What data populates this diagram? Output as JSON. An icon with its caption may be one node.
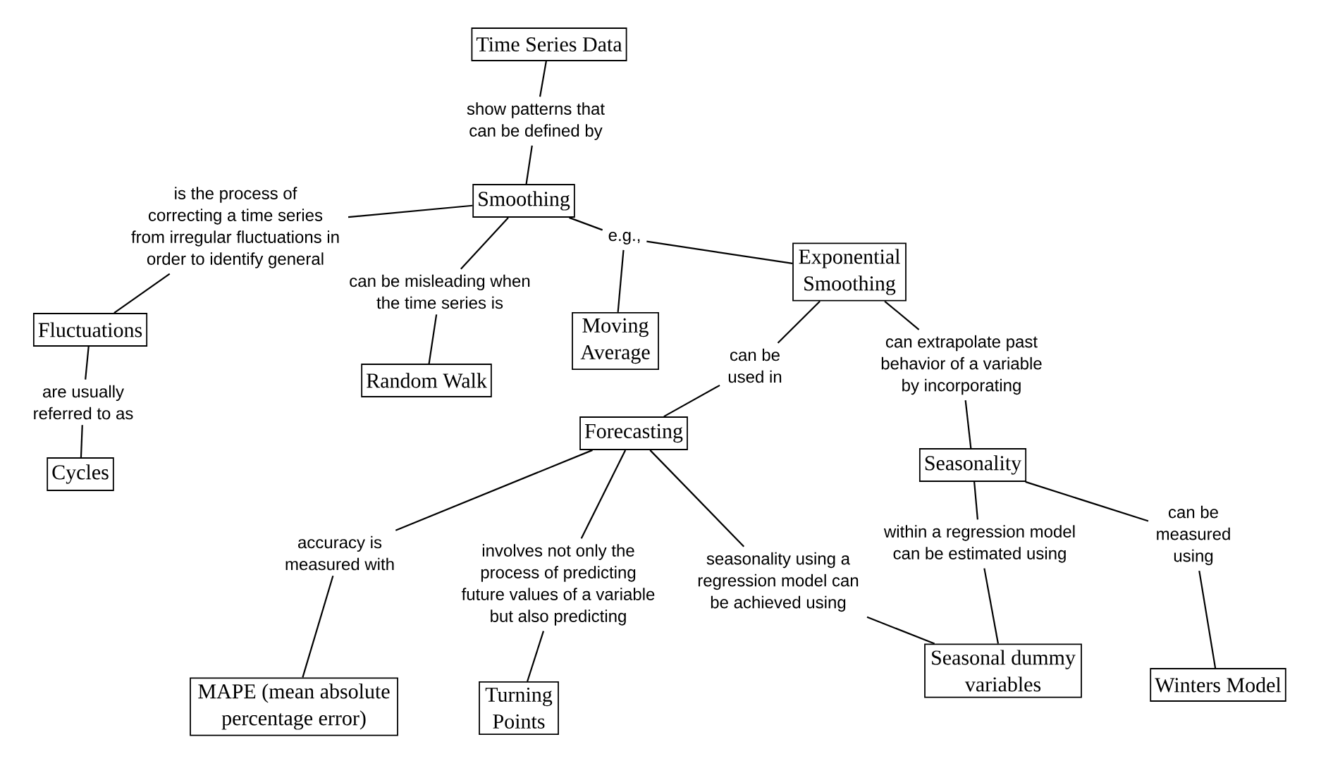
{
  "diagram": {
    "nodes": [
      {
        "text": [
          "Time Series Data"
        ]
      },
      {
        "text": [
          "show patterns that can be defined by"
        ]
      },
      {
        "text": [
          "Smoothing"
        ]
      },
      {
        "text": [
          "is the process of correcting a time series from irregular fluctuations in order to identify general"
        ]
      },
      {
        "text": [
          "e.g.,"
        ]
      },
      {
        "text": [
          "Exponential Smoothing"
        ]
      },
      {
        "text": [
          "can be misleading when the time series is"
        ]
      },
      {
        "text": [
          "Fluctuations"
        ]
      },
      {
        "text": [
          "Moving Average"
        ]
      },
      {
        "text": [
          "can be used in"
        ]
      },
      {
        "text": [
          "can extrapolate past behavior of a variable by incorporating"
        ]
      },
      {
        "text": [
          "Random Walk"
        ]
      },
      {
        "text": [
          "are usually referred to as"
        ]
      },
      {
        "text": [
          "Forecasting"
        ]
      },
      {
        "text": [
          "Seasonality"
        ]
      },
      {
        "text": [
          "Cycles"
        ]
      },
      {
        "text": [
          "can be measured using"
        ]
      },
      {
        "text": [
          "within a regression model can be estimated using"
        ]
      },
      {
        "text": [
          "accuracy is measured with"
        ]
      },
      {
        "text": [
          "seasonality using a regression model can be achieved using"
        ]
      },
      {
        "text": [
          "involves not only the process of predicting future values of a variable but also predicting"
        ]
      },
      {
        "text": [
          "Seasonal dummy variables"
        ]
      },
      {
        "text": [
          "Winters Model"
        ]
      },
      {
        "text": [
          "MAPE (mean absolute percentage error)"
        ]
      },
      {
        "text": [
          "Turning Points"
        ]
      }
    ],
    "edges": [
      {
        "from": 0,
        "to": 1,
        "arrow": "none"
      },
      {
        "from": 1,
        "to": 2,
        "arrow": "none"
      },
      {
        "from": 2,
        "to": 3,
        "arrow": "none"
      },
      {
        "from": 2,
        "to": 4,
        "arrow": "none"
      },
      {
        "from": 2,
        "to": 6,
        "arrow": "none"
      },
      {
        "from": 3,
        "to": 7,
        "arrow": "none"
      },
      {
        "from": 4,
        "to": 5,
        "arrow": "none"
      },
      {
        "from": 4,
        "to": 8,
        "arrow": "none"
      },
      {
        "from": 6,
        "to": 11,
        "arrow": "none"
      },
      {
        "from": 5,
        "to": 9,
        "arrow": "none"
      },
      {
        "from": 5,
        "to": 10,
        "arrow": "none"
      },
      {
        "from": 7,
        "to": 12,
        "arrow": "none"
      },
      {
        "from": 9,
        "to": 13,
        "arrow": "none"
      },
      {
        "from": 10,
        "to": 14,
        "arrow": "none"
      },
      {
        "from": 12,
        "to": 15,
        "arrow": "none"
      },
      {
        "from": 13,
        "to": 18,
        "arrow": "none"
      },
      {
        "from": 13,
        "to": 20,
        "arrow": "none"
      },
      {
        "from": 13,
        "to": 19,
        "arrow": "none"
      },
      {
        "from": 14,
        "to": 17,
        "arrow": "none"
      },
      {
        "from": 14,
        "to": 16,
        "arrow": "none"
      },
      {
        "from": 18,
        "to": 23,
        "arrow": "none"
      },
      {
        "from": 20,
        "to": 24,
        "arrow": "none"
      },
      {
        "from": 19,
        "to": 21,
        "arrow": "none"
      },
      {
        "from": 17,
        "to": 21,
        "arrow": "none"
      },
      {
        "from": 16,
        "to": 22,
        "arrow": "none"
      }
    ]
  }
}
